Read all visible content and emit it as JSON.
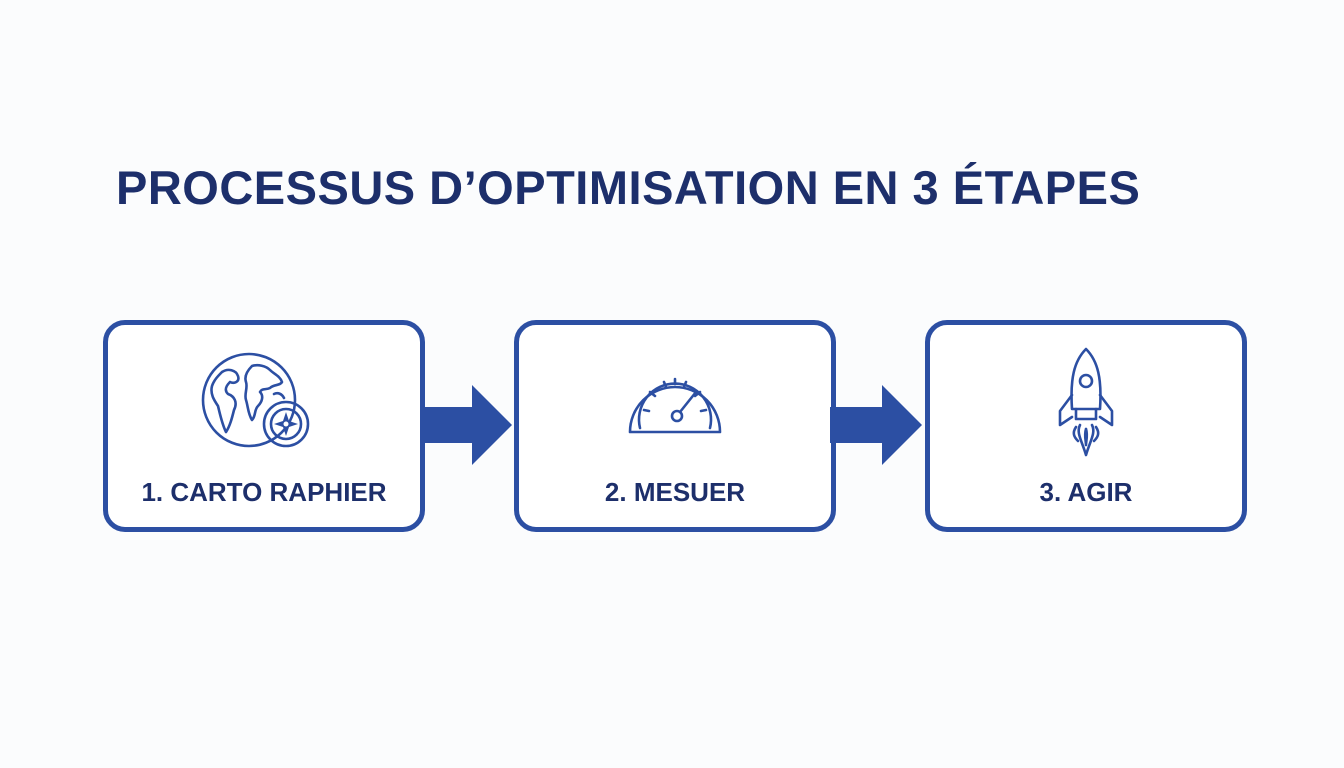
{
  "title": "PROCESSUS D’OPTIMISATION EN 3 ÉTAPES",
  "colors": {
    "primary": "#2c4fa3",
    "title": "#1d2f6b",
    "background": "#fbfcfd"
  },
  "steps": [
    {
      "label": "1. CARTO RAPHIER",
      "icon": "globe-compass-icon"
    },
    {
      "label": "2. MESUER",
      "icon": "speedometer-icon"
    },
    {
      "label": "3. AGIR",
      "icon": "rocket-icon"
    }
  ]
}
